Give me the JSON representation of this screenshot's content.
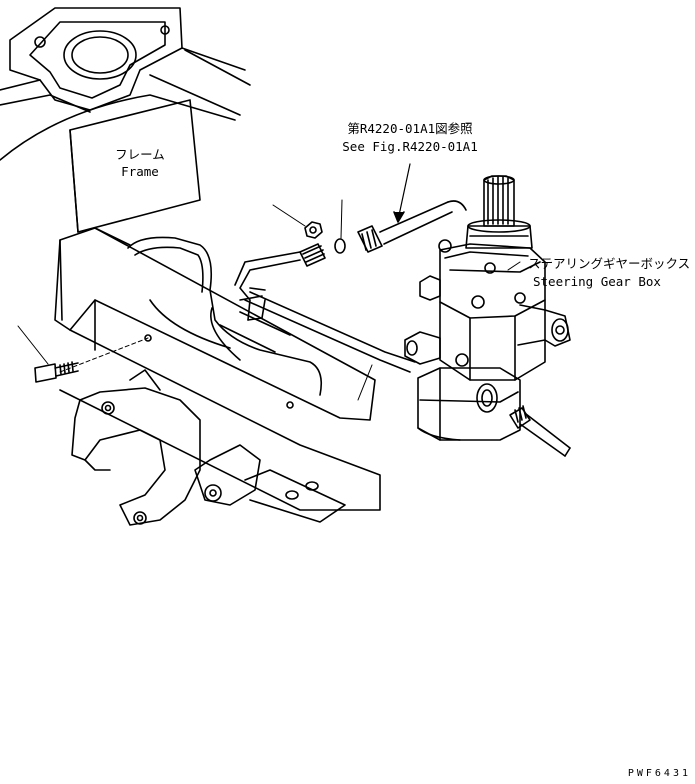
{
  "labels": {
    "ref_jp": "第R4220-01A1図参照",
    "ref_en": "See Fig.R4220-01A1",
    "frame_jp": "フレーム",
    "frame_en": "Frame",
    "gearbox_jp": "ステアリングギヤーボックス",
    "gearbox_en": "Steering Gear Box",
    "drawing_code": "PWF6431"
  },
  "colors": {
    "ink": "#000000",
    "paper": "#ffffff"
  }
}
